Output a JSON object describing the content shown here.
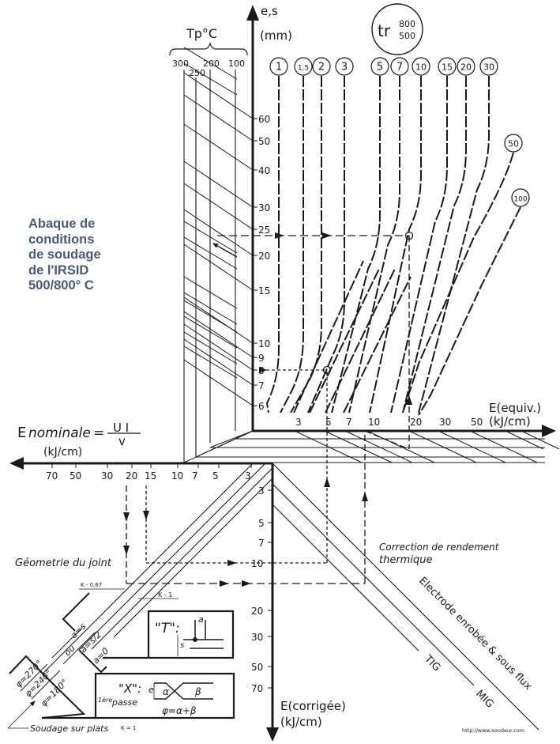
{
  "title_block": {
    "lines": [
      "Abaque de",
      "conditions",
      "de soudage",
      "de l'IRSID",
      "500/800° C"
    ],
    "color": "#4a5a7c"
  },
  "axes": {
    "thickness_axis": {
      "label_line1": "e,s",
      "label_line2": "(mm)",
      "ticks": [
        "60",
        "50",
        "40",
        "30",
        "25",
        "20",
        "15",
        "10",
        "9",
        "8",
        "7",
        "6"
      ]
    },
    "preheat_scale": {
      "label": "Tp°C",
      "ticks": [
        "300",
        "250",
        "200",
        "100"
      ]
    },
    "equiv_energy_axis": {
      "label_line1": "E(equiv.)",
      "label_line2": "(kJ/cm)",
      "ticks": [
        "3",
        "5",
        "7",
        "10",
        "20",
        "30",
        "50"
      ]
    },
    "nominal_energy_axis": {
      "label_prefix": "E",
      "label_word": "nominale",
      "equals": "=",
      "numerator": "U I",
      "denominator": "v",
      "unit": "(kJ/cm)",
      "ticks": [
        "70",
        "50",
        "30",
        "20",
        "15",
        "10",
        "7",
        "5",
        "3"
      ]
    },
    "corrected_energy_axis": {
      "label_line1": "E(corrigée)",
      "label_line2": "(kJ/cm)",
      "ticks": [
        "3",
        "5",
        "7",
        "10",
        "20",
        "30",
        "50",
        "70"
      ]
    }
  },
  "cooling_time": {
    "symbol": "tr",
    "sup": "800",
    "sub": "500",
    "curves": [
      "1",
      "1,5",
      "2",
      "3",
      "5",
      "7",
      "10",
      "15",
      "20",
      "30",
      "50",
      "100"
    ]
  },
  "annotations": {
    "joint_geometry": "Géometrie du joint",
    "k_067": "K - 0,67",
    "k_1": "K - 1",
    "a_s": "a=s",
    "a_s2": "a=s/2",
    "a_0": "a=0",
    "ou": "ou",
    "phi_270": "φ=270°",
    "phi_240": "φ=240°",
    "phi_180": "φ=180°",
    "t_joint_label": "\"T\":",
    "t_a": "a",
    "t_s": "s",
    "x_joint_label": "\"X\":",
    "x_e": "e",
    "x_alpha": "α",
    "x_beta": "β",
    "first_pass_sup": "1ère",
    "first_pass": "passe",
    "phi_formula": "φ=α+β",
    "flat_welding": "Soudage sur plats",
    "flat_k": "K = 1",
    "correction_line1": "Correction de rendement",
    "correction_line2": "thermique",
    "process_electrode": "Electrode enrobée & sous flux",
    "process_mig": "MIG",
    "process_tig": "TIG",
    "source": "http://www.soudeur.com"
  }
}
